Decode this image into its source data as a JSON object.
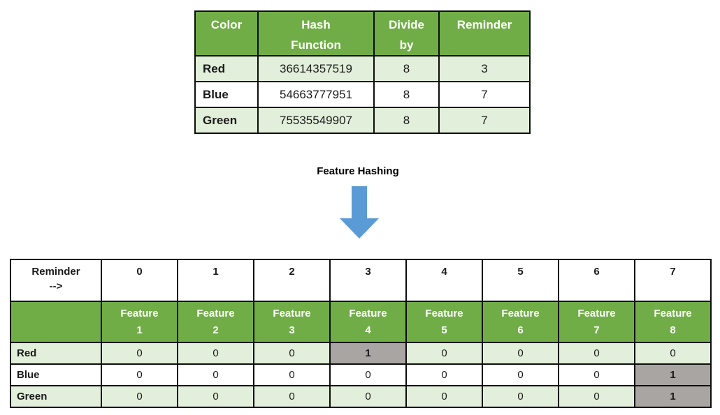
{
  "colors": {
    "header_green": "#70AD47",
    "band_light_green": "#E2EFDA",
    "highlight_gray": "#A9A5A2",
    "arrow_blue": "#5B9BD5",
    "border_black": "#0d0d0d"
  },
  "hash_table": {
    "headers": [
      "Color",
      "Hash\nFunction",
      "Divide\nby",
      "Reminder"
    ],
    "rows": [
      {
        "color": "Red",
        "hash_value": "36614357519",
        "divide_by": "8",
        "reminder": "3"
      },
      {
        "color": "Blue",
        "hash_value": "54663777951",
        "divide_by": "8",
        "reminder": "7"
      },
      {
        "color": "Green",
        "hash_value": "75535549907",
        "divide_by": "8",
        "reminder": "7"
      }
    ]
  },
  "transform": {
    "label": "Feature Hashing",
    "arrow_icon": "down-block-arrow"
  },
  "feature_table": {
    "corner_label": "Reminder\n-->",
    "reminder_values": [
      "0",
      "1",
      "2",
      "3",
      "4",
      "5",
      "6",
      "7"
    ],
    "feature_headers": [
      "Feature\n1",
      "Feature\n2",
      "Feature\n3",
      "Feature\n4",
      "Feature\n5",
      "Feature\n6",
      "Feature\n7",
      "Feature\n8"
    ],
    "rows": [
      {
        "label": "Red",
        "values": [
          "0",
          "0",
          "0",
          "1",
          "0",
          "0",
          "0",
          "0"
        ],
        "highlight_index": 3
      },
      {
        "label": "Blue",
        "values": [
          "0",
          "0",
          "0",
          "0",
          "0",
          "0",
          "0",
          "1"
        ],
        "highlight_index": 7
      },
      {
        "label": "Green",
        "values": [
          "0",
          "0",
          "0",
          "0",
          "0",
          "0",
          "0",
          "1"
        ],
        "highlight_index": 7
      }
    ]
  }
}
